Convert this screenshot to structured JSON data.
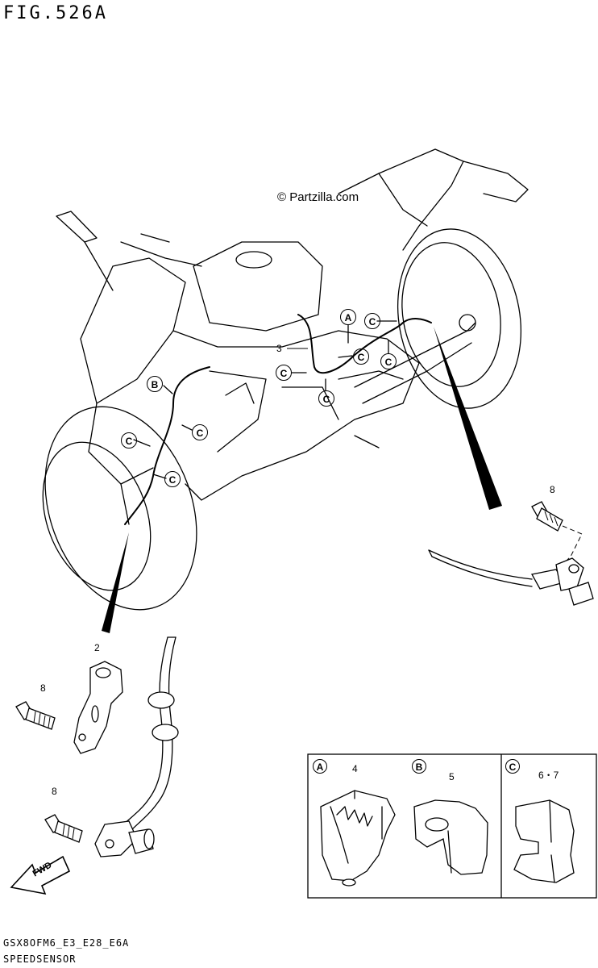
{
  "figure": {
    "title": "FIG.526A",
    "copyright": "© Partzilla.com",
    "footer_code": "GSX8OFM6_E3_E28_E6A",
    "footer_name": "SPEEDSENSOR"
  },
  "callouts": {
    "p2": "2",
    "p3": "3",
    "p8_rear": "8",
    "p8_top": "8",
    "p8_bottom": "8"
  },
  "markers": {
    "A": "A",
    "B": "B",
    "C": "C"
  },
  "legend": {
    "panel_a": {
      "marker": "A",
      "part": "4"
    },
    "panel_b": {
      "marker": "B",
      "part": "5"
    },
    "panel_c": {
      "marker": "C",
      "part": "6・7"
    }
  },
  "fwd_label": "FWD"
}
